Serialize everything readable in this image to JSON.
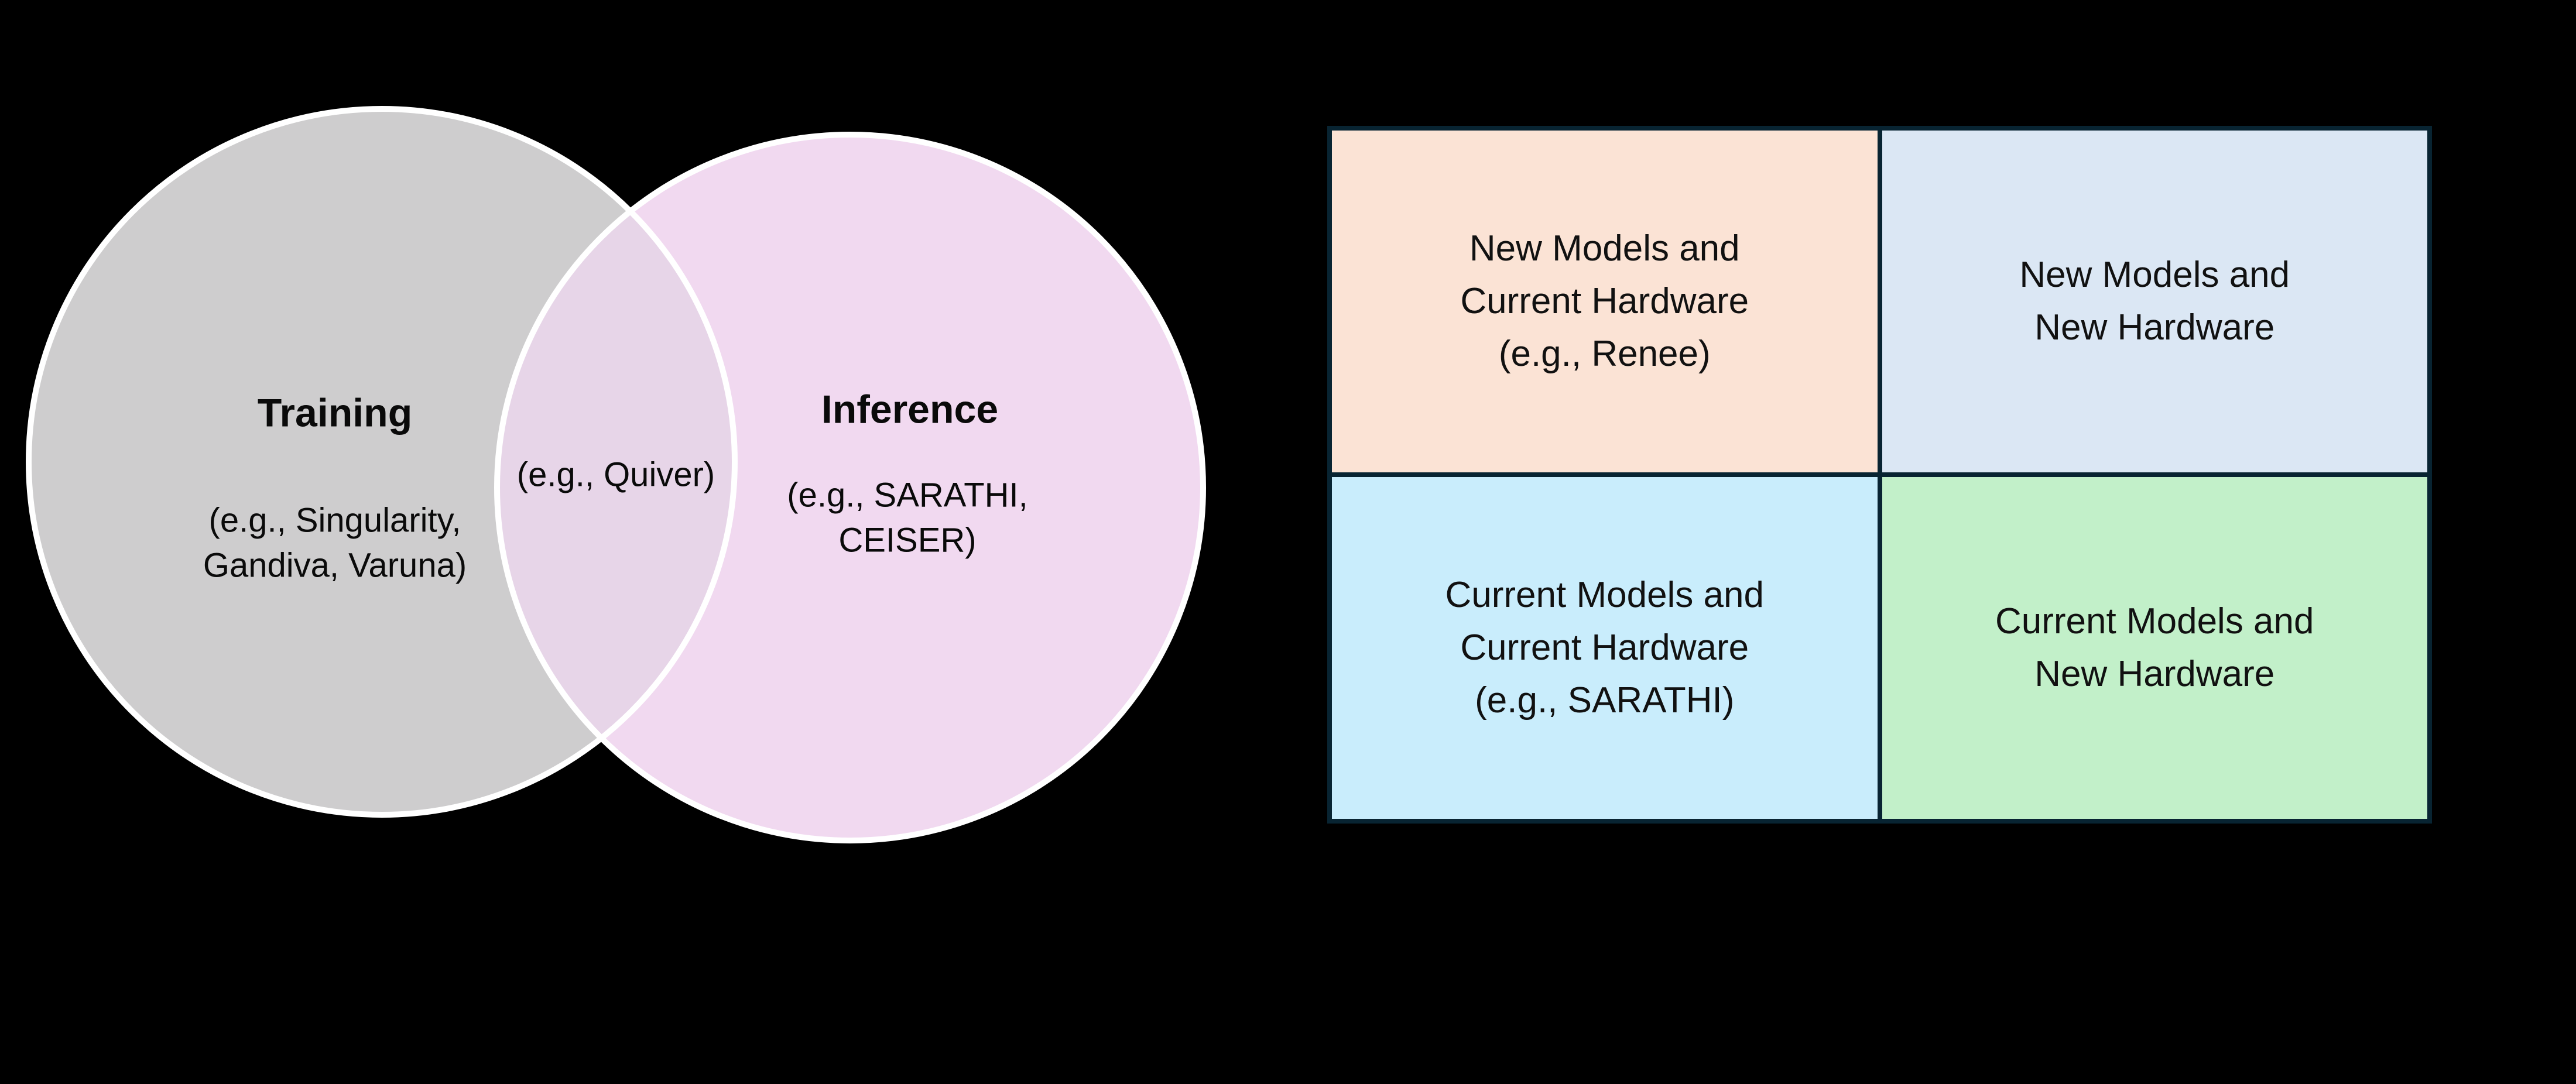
{
  "page": {
    "background": "#000000"
  },
  "venn": {
    "colors": {
      "left_fill": "#cecdce",
      "right_fill": "#f1d9f0",
      "overlap_fill": "#e7d5e8",
      "outline": "#ffffff",
      "text": "#0a0a0a"
    },
    "left": {
      "title": "Training",
      "subtitle": "(e.g., Singularity,\nGandiva, Varuna)"
    },
    "overlap": {
      "label": "(e.g., Quiver)"
    },
    "right": {
      "title": "Inference",
      "subtitle": "(e.g., SARATHI,\nCEISER)"
    }
  },
  "quadrant": {
    "border_color": "#082432",
    "text_color": "#111111",
    "cells": [
      {
        "label": "New Models and\nCurrent Hardware\n(e.g., Renee)",
        "fill": "#fbe3d5"
      },
      {
        "label": "New Models and\nNew Hardware",
        "fill": "#dbe7f4"
      },
      {
        "label": "Current Models and\nCurrent Hardware\n(e.g., SARATHI)",
        "fill": "#c9edfc"
      },
      {
        "label": "Current Models and\nNew Hardware",
        "fill": "#c2f0c9"
      }
    ]
  }
}
